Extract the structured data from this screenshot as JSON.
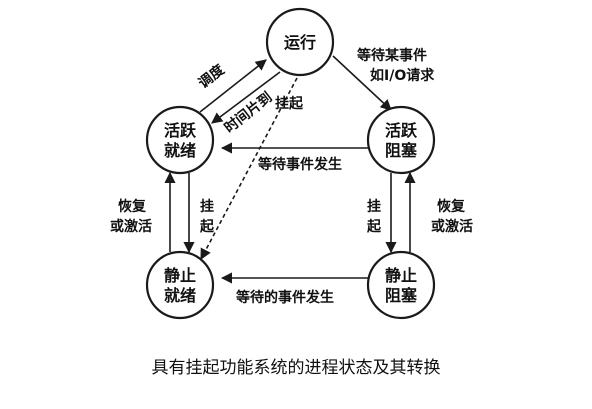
{
  "nodes": {
    "running": "运行",
    "active_ready": [
      "活跃",
      "就绪"
    ],
    "active_blocked": [
      "活跃",
      "阻塞"
    ],
    "static_ready": [
      "静止",
      "就绪"
    ],
    "static_blocked": [
      "静止",
      "阻塞"
    ]
  },
  "edges": {
    "schedule": "调度",
    "time_slice": "时间片到",
    "suspend_running": "挂起",
    "wait_io": [
      "等待某事件",
      "如I/O请求"
    ],
    "event_occurs_active": "等待事件发生",
    "restore_left": [
      "恢复",
      "或激活"
    ],
    "suspend_left": [
      "挂",
      "起"
    ],
    "suspend_right": [
      "挂",
      "起"
    ],
    "restore_right": [
      "恢复",
      "或激活"
    ],
    "event_occurs_static": "等待的事件发生"
  },
  "caption": "具有挂起功能系统的进程状态及其转换"
}
